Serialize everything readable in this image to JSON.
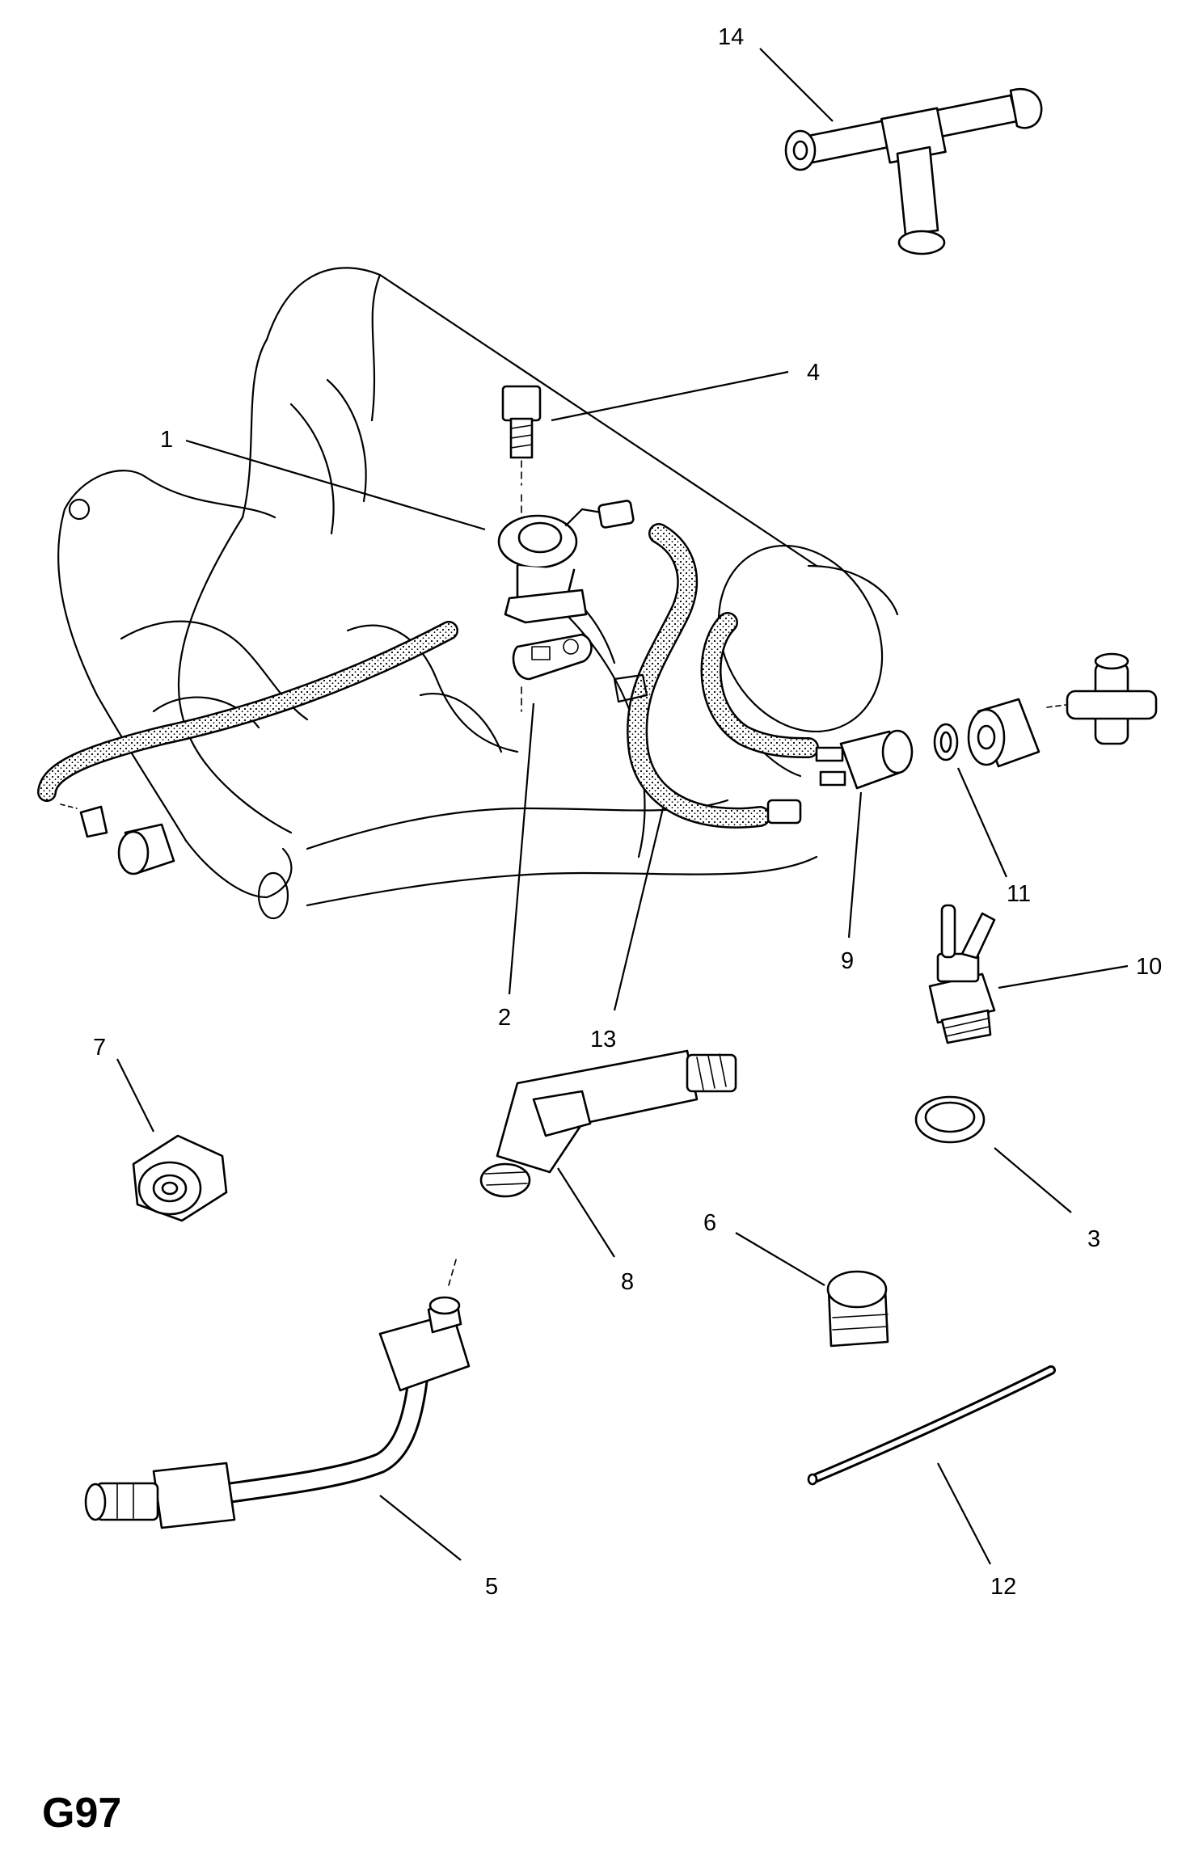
{
  "diagram_code": "G97",
  "callouts": [
    {
      "id": "1",
      "label": "1"
    },
    {
      "id": "2",
      "label": "2"
    },
    {
      "id": "3",
      "label": "3"
    },
    {
      "id": "4",
      "label": "4"
    },
    {
      "id": "5",
      "label": "5"
    },
    {
      "id": "6",
      "label": "6"
    },
    {
      "id": "7",
      "label": "7"
    },
    {
      "id": "8",
      "label": "8"
    },
    {
      "id": "9",
      "label": "9"
    },
    {
      "id": "10",
      "label": "10"
    },
    {
      "id": "11",
      "label": "11"
    },
    {
      "id": "12",
      "label": "12"
    },
    {
      "id": "13",
      "label": "13"
    },
    {
      "id": "14",
      "label": "14"
    }
  ]
}
